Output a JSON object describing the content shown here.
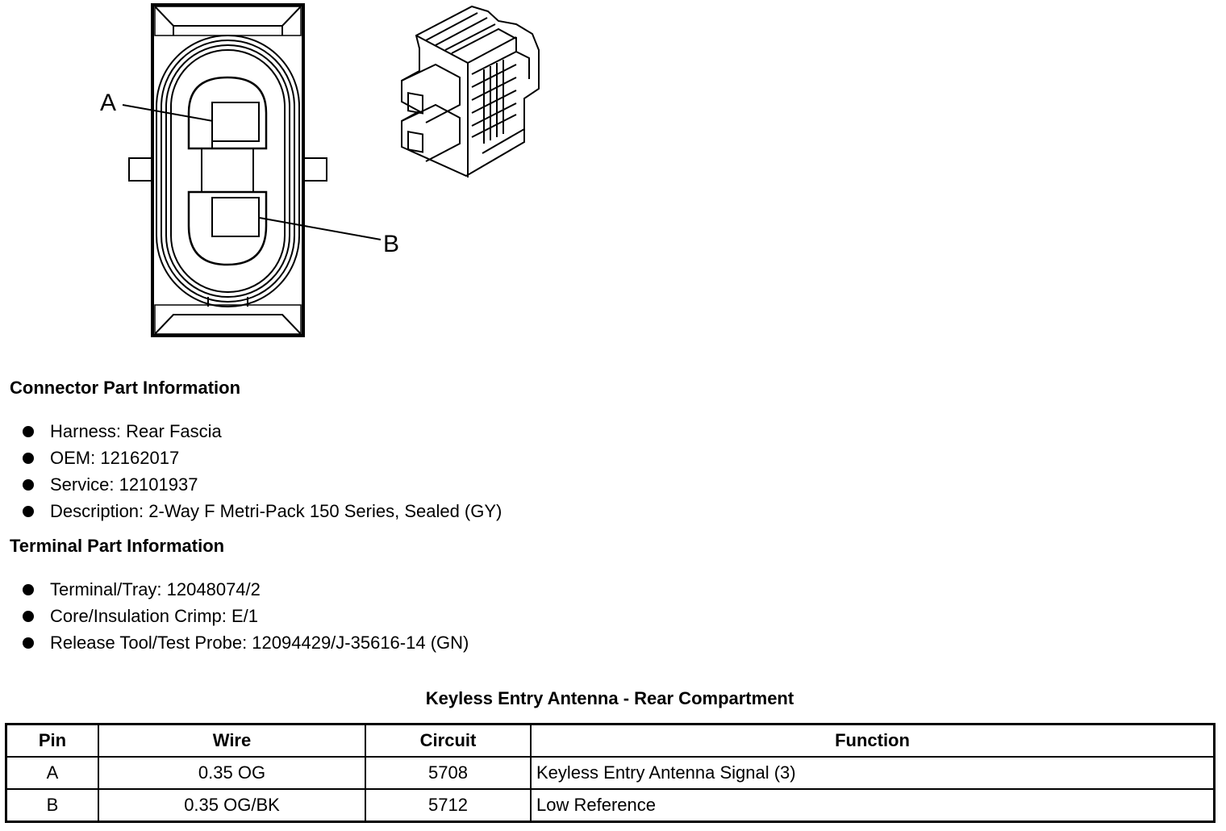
{
  "diagram": {
    "pin_a_label": "A",
    "pin_b_label": "B"
  },
  "connector_info": {
    "title": "Connector Part Information",
    "items": [
      "Harness: Rear Fascia",
      "OEM: 12162017",
      "Service: 12101937",
      "Description: 2-Way F Metri-Pack 150 Series, Sealed (GY)"
    ]
  },
  "terminal_info": {
    "title": "Terminal Part Information",
    "items": [
      "Terminal/Tray: 12048074/2",
      "Core/Insulation Crimp: E/1",
      "Release Tool/Test Probe: 12094429/J-35616-14 (GN)"
    ]
  },
  "pinout_table": {
    "title": "Keyless Entry Antenna - Rear Compartment",
    "headers": [
      "Pin",
      "Wire",
      "Circuit",
      "Function"
    ],
    "rows": [
      [
        "A",
        "0.35 OG",
        "5708",
        "Keyless Entry Antenna Signal (3)"
      ],
      [
        "B",
        "0.35 OG/BK",
        "5712",
        "Low Reference"
      ]
    ]
  }
}
